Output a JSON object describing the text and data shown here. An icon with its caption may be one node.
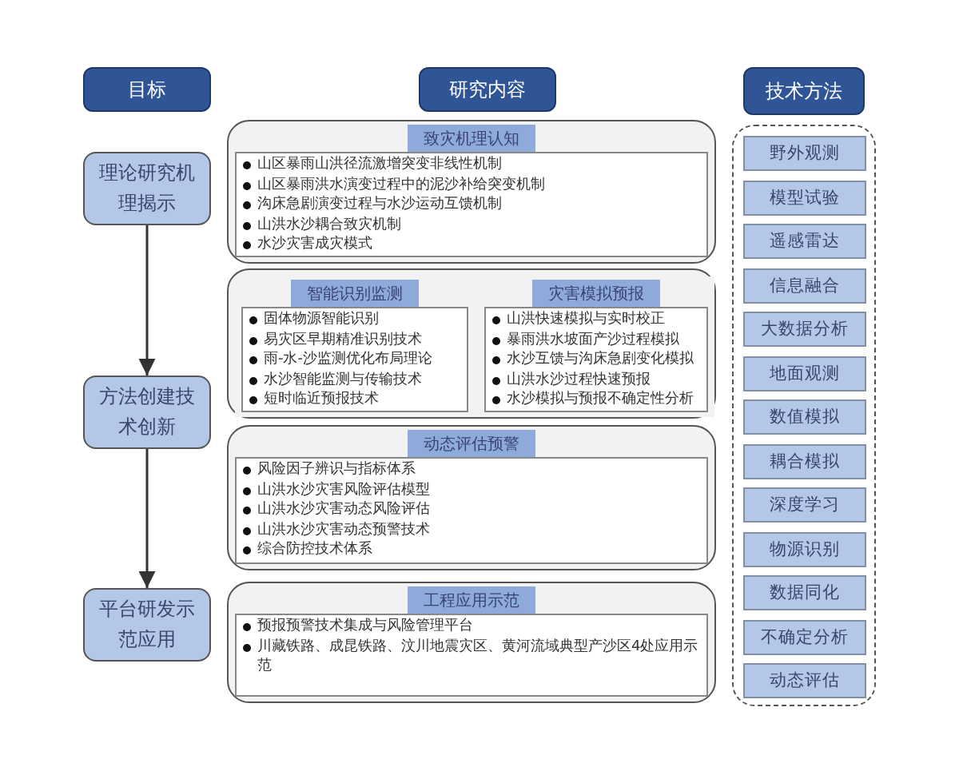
{
  "diagram": {
    "nodes": [
      {
        "text": [
          "目标"
        ]
      },
      {
        "text": [
          "理论研究机理揭示"
        ]
      },
      {
        "text": [
          "方法创建技术创新"
        ]
      },
      {
        "text": [
          "平台研发示范应用"
        ]
      },
      {
        "text": [
          "研究内容"
        ]
      },
      {
        "text": [
          "致灾机理认知",
          "山区暴雨山洪径流激增突变非线性机制",
          "山区暴雨洪水演变过程中的泥沙补给突变机制",
          "沟床急剧演变过程与水沙运动互馈机制",
          "山洪水沙耦合致灾机制",
          "水沙灾害成灾模式"
        ]
      },
      {
        "text": [],
        "shape": "box"
      },
      {
        "text": [
          "智能识别监测",
          "固体物源智能识别",
          "易灾区早期精准识别技术",
          "雨-水-沙监测优化布局理论",
          "水沙智能监测与传输技术",
          "短时临近预报技术"
        ],
        "in": 6
      },
      {
        "text": [
          "灾害模拟预报",
          "山洪快速模拟与实时校正",
          "暴雨洪水坡面产沙过程模拟",
          "水沙互馈与沟床急剧变化模拟",
          "山洪水沙过程快速预报",
          "水沙模拟与预报不确定性分析"
        ],
        "in": 6
      },
      {
        "text": [
          "动态评估预警",
          "风险因子辨识与指标体系",
          "山洪水沙灾害风险评估模型",
          "山洪水沙灾害动态风险评估",
          "山洪水沙灾害动态预警技术",
          "综合防控技术体系"
        ]
      },
      {
        "text": [
          "工程应用示范",
          "预报预警技术集成与风险管理平台",
          "川藏铁路、成昆铁路、汶川地震灾区、黄河流域典型产沙区4处应用示范"
        ]
      },
      {
        "text": [
          "技术方法"
        ]
      },
      {
        "text": [],
        "shape": "box"
      },
      {
        "text": [
          "野外观测"
        ],
        "in": 12
      },
      {
        "text": [
          "模型试验"
        ],
        "in": 12
      },
      {
        "text": [
          "遥感雷达"
        ],
        "in": 12
      },
      {
        "text": [
          "信息融合"
        ],
        "in": 12
      },
      {
        "text": [
          "大数据分析"
        ],
        "in": 12
      },
      {
        "text": [
          "地面观测"
        ],
        "in": 12
      },
      {
        "text": [
          "数值模拟"
        ],
        "in": 12
      },
      {
        "text": [
          "耦合模拟"
        ],
        "in": 12
      },
      {
        "text": [
          "深度学习"
        ],
        "in": 12
      },
      {
        "text": [
          "物源识别"
        ],
        "in": 12
      },
      {
        "text": [
          "数据同化"
        ],
        "in": 12
      },
      {
        "text": [
          "不确定分析"
        ],
        "in": 12
      },
      {
        "text": [
          "动态评估"
        ],
        "in": 12
      }
    ],
    "edges": [
      {
        "from": 1,
        "to": 2,
        "arrow": "to"
      },
      {
        "from": 2,
        "to": 3,
        "arrow": "to"
      }
    ]
  }
}
